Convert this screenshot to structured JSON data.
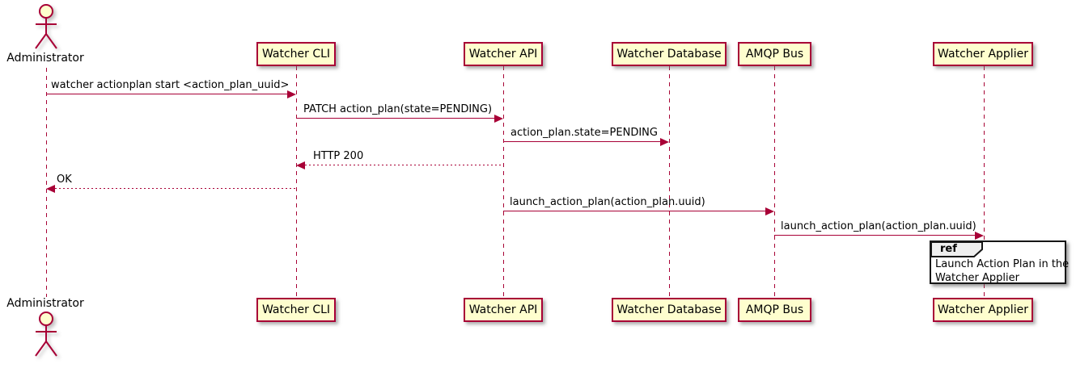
{
  "diagram_type": "uml-sequence",
  "colors": {
    "participant_fill": "#FEFECE",
    "stroke": "#A80036",
    "ref_header_fill": "#EEEEEE",
    "ref_border": "#161616",
    "text": "#000000"
  },
  "actor": {
    "name": "Administrator"
  },
  "participants": [
    {
      "label": "Watcher CLI"
    },
    {
      "label": "Watcher API"
    },
    {
      "label": "Watcher Database"
    },
    {
      "label": "AMQP Bus"
    },
    {
      "label": "Watcher Applier"
    }
  ],
  "messages": [
    {
      "label": "watcher actionplan start <action_plan_uuid>",
      "from": "Administrator",
      "to": "Watcher CLI",
      "type": "solid"
    },
    {
      "label": "PATCH action_plan(state=PENDING)",
      "from": "Watcher CLI",
      "to": "Watcher API",
      "type": "solid"
    },
    {
      "label": "action_plan.state=PENDING",
      "from": "Watcher API",
      "to": "Watcher Database",
      "type": "solid"
    },
    {
      "label": "HTTP 200",
      "from": "Watcher API",
      "to": "Watcher CLI",
      "type": "dashed-return"
    },
    {
      "label": "OK",
      "from": "Watcher CLI",
      "to": "Administrator",
      "type": "dashed-return"
    },
    {
      "label": "launch_action_plan(action_plan.uuid)",
      "from": "Watcher API",
      "to": "AMQP Bus",
      "type": "solid"
    },
    {
      "label": "launch_action_plan(action_plan.uuid)",
      "from": "AMQP Bus",
      "to": "Watcher Applier",
      "type": "solid"
    }
  ],
  "ref": {
    "keyword": "ref",
    "lines": [
      "Launch Action Plan in the",
      "Watcher Applier"
    ]
  }
}
